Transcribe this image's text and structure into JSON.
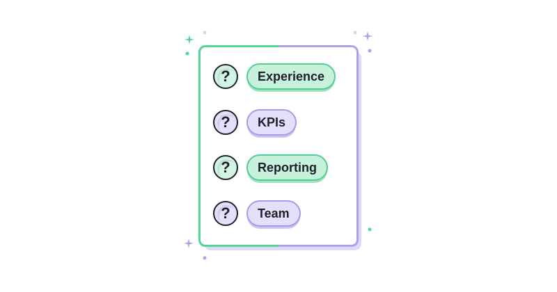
{
  "items": [
    {
      "label": "Experience",
      "question": "?",
      "variant": "green"
    },
    {
      "label": "KPIs",
      "question": "?",
      "variant": "purple"
    },
    {
      "label": "Reporting",
      "question": "?",
      "variant": "green"
    },
    {
      "label": "Team",
      "question": "?",
      "variant": "purple"
    }
  ],
  "colors": {
    "green_accent": "#52d69a",
    "purple_accent": "#a9a2e6",
    "text": "#1f1f2b"
  },
  "icons": {
    "question": "question-mark-icon",
    "sparkle": "sparkle-icon"
  }
}
